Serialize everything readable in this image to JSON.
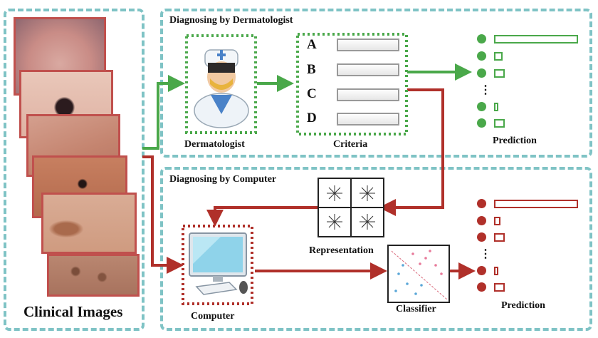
{
  "left_panel": {
    "title": "Clinical Images"
  },
  "dermatologist_panel": {
    "title": "Diagnosing by Dermatologist",
    "dermatologist_label": "Dermatologist",
    "criteria_label": "Criteria",
    "criteria_letters": [
      "A",
      "B",
      "C",
      "D"
    ],
    "prediction_label": "Prediction",
    "ellipsis": "⋮"
  },
  "computer_panel": {
    "title": "Diagnosing by Computer",
    "representation_label": "Representation",
    "computer_label": "Computer",
    "classifier_label": "Classifier",
    "prediction_label": "Prediction",
    "ellipsis": "⋮"
  },
  "colors": {
    "panel_border": "#7fc3c5",
    "green": "#4aa84a",
    "red": "#b0302a"
  },
  "prediction_levels": {
    "dermatologist": [
      1.0,
      0.1,
      0.13,
      0.05,
      0.13
    ],
    "computer": [
      1.0,
      0.08,
      0.13,
      0.05,
      0.13
    ]
  }
}
